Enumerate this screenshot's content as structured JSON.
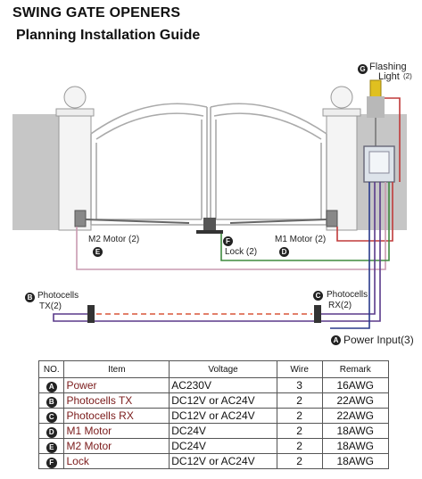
{
  "header": {
    "title": "SWING GATE OPENERS",
    "subtitle": "Planning Installation Guide"
  },
  "labels": {
    "flashing_badge": "G",
    "flashing_line1": "Flashing",
    "flashing_line2": "Light",
    "flashing_count": "(2)",
    "m2_motor": "M2 Motor (2)",
    "m2_badge": "E",
    "m1_motor": "M1 Motor (2)",
    "m1_badge": "D",
    "lock_badge": "F",
    "lock": "Lock (2)",
    "photo_tx_badge": "B",
    "photo_tx_line1": "Photocells",
    "photo_tx_line2": "TX(2)",
    "photo_rx_badge": "C",
    "photo_rx_line1": "Photocells",
    "photo_rx_line2": "RX(2)",
    "power_badge": "A",
    "power_input": "Power Input(3)"
  },
  "colors": {
    "wall": "#c6c6c6",
    "wire_power": "#2a3a8c",
    "wire_photo": "#5a3a8a",
    "wire_m1": "#3f8a3f",
    "wire_m2": "#c99ab0",
    "wire_flash": "#c03a3a",
    "beam": "#d9573a",
    "flash_light": "#e0c020"
  },
  "table": {
    "headers": [
      "NO.",
      "Item",
      "Voltage",
      "Wire",
      "Remark"
    ],
    "rows": [
      {
        "no": "A",
        "item": "Power",
        "voltage": "AC230V",
        "wire": "3",
        "remark": "16AWG"
      },
      {
        "no": "B",
        "item": "Photocells TX",
        "voltage": "DC12V or AC24V",
        "wire": "2",
        "remark": "22AWG"
      },
      {
        "no": "C",
        "item": "Photocells RX",
        "voltage": "DC12V or AC24V",
        "wire": "2",
        "remark": "22AWG"
      },
      {
        "no": "D",
        "item": "M1 Motor",
        "voltage": "DC24V",
        "wire": "2",
        "remark": "18AWG"
      },
      {
        "no": "E",
        "item": "M2 Motor",
        "voltage": "DC24V",
        "wire": "2",
        "remark": "18AWG"
      },
      {
        "no": "F",
        "item": "Lock",
        "voltage": "DC12V or AC24V",
        "wire": "2",
        "remark": "18AWG"
      }
    ]
  }
}
